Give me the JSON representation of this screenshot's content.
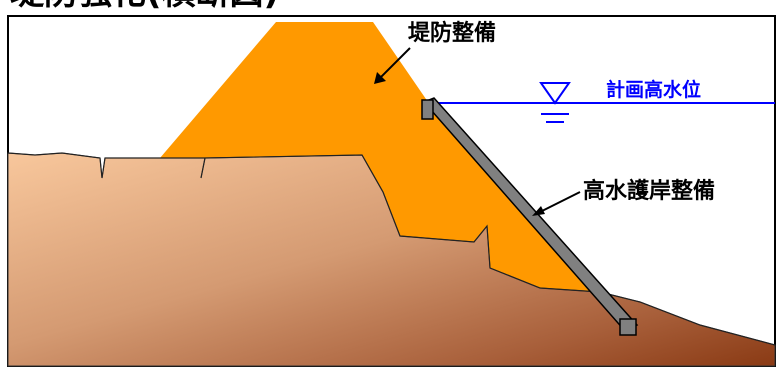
{
  "header": {
    "partial_title": "堤防強化(横断図)"
  },
  "labels": {
    "levee": "堤防整備",
    "water_level": "計画高水位",
    "revetment": "高水護岸整備"
  },
  "colors": {
    "embankment": "#ff9900",
    "ground_light": "#f8c79c",
    "ground_dark": "#8a3a14",
    "water_line": "#0000ff",
    "revetment": "#808080",
    "frame": "#000000"
  },
  "icons": {
    "water_level_mark": "inverted-triangle-water-level-icon"
  }
}
